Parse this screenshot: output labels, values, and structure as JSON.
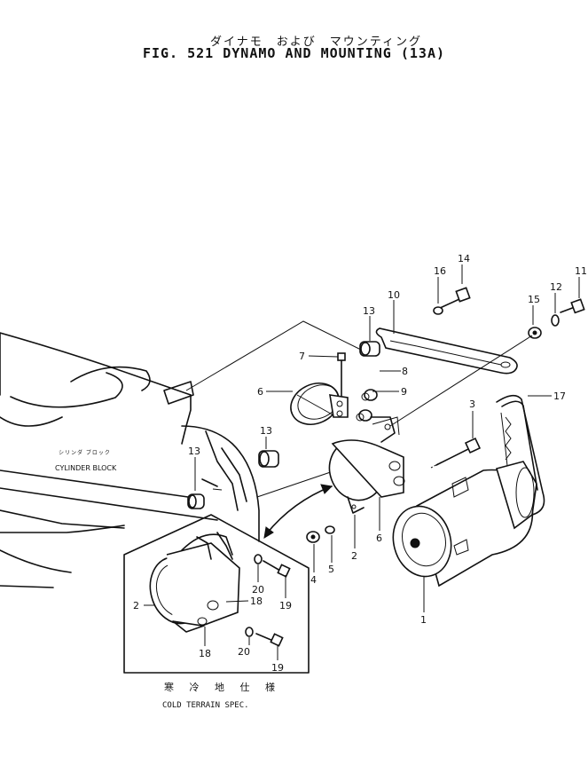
{
  "header": {
    "title_jp": "ダイナモ　および　マウンティング",
    "title_en": "FIG. 521  DYNAMO AND MOUNTING (13A)"
  },
  "labels": {
    "cylinder_block_jp": "シリンダ ブロック",
    "cylinder_block_en": "CYLINDER BLOCK",
    "cold_spec_jp": "寒 冷 地 仕 様",
    "cold_spec_en": "COLD TERRAIN SPEC."
  },
  "callouts": [
    "1",
    "2",
    "3",
    "4",
    "5",
    "6",
    "7",
    "8",
    "9",
    "10",
    "11",
    "12",
    "13",
    "14",
    "15",
    "16",
    "17",
    "18",
    "19",
    "20"
  ],
  "inset_callouts": [
    "2",
    "18",
    "18",
    "19",
    "19",
    "20",
    "20"
  ]
}
